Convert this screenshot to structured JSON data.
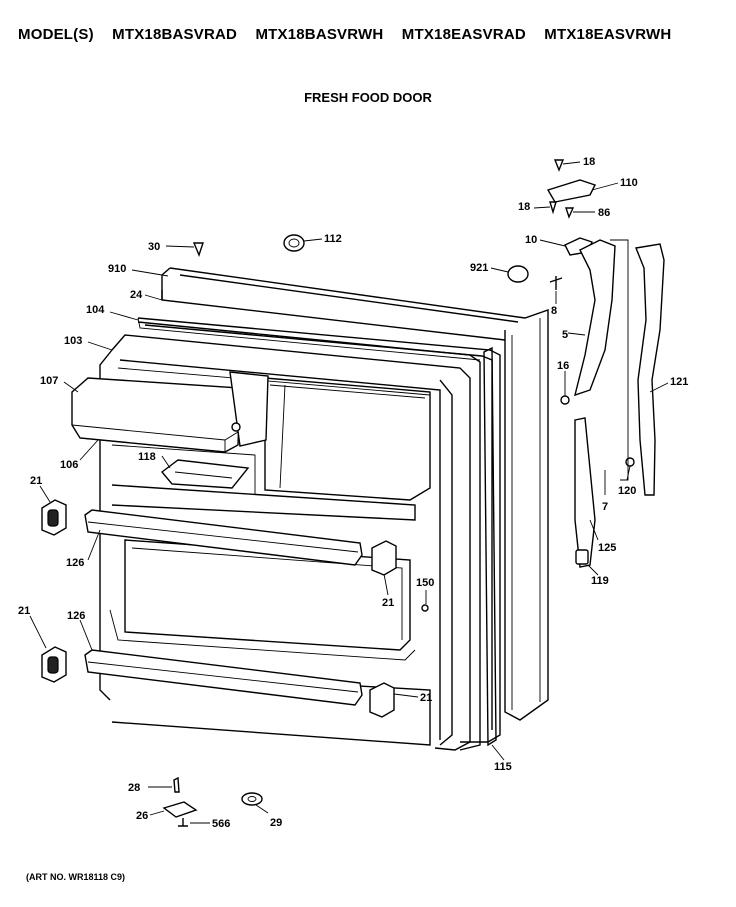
{
  "header": {
    "prefix": "MODEL(S)",
    "models": [
      "MTX18BASVRAD",
      "MTX18BASVRWH",
      "MTX18EASVRAD",
      "MTX18EASVRWH"
    ]
  },
  "subtitle": "FRESH FOOD DOOR",
  "art_number": "(ART NO. WR18118 C9)",
  "callouts": {
    "c18a": "18",
    "c110": "110",
    "c18b": "18",
    "c86": "86",
    "c10": "10",
    "c30": "30",
    "c112": "112",
    "c910": "910",
    "c921": "921",
    "c24": "24",
    "c8": "8",
    "c104": "104",
    "c103": "103",
    "c5": "5",
    "c107": "107",
    "c16": "16",
    "c121": "121",
    "c106": "106",
    "c118": "118",
    "c21a": "21",
    "c120": "120",
    "c7": "7",
    "c126a": "126",
    "c125": "125",
    "c119": "119",
    "c150": "150",
    "c21b": "21",
    "c21c": "21",
    "c126b": "126",
    "c21d": "21",
    "c115": "115",
    "c28": "28",
    "c26": "26",
    "c566": "566",
    "c29": "29"
  }
}
